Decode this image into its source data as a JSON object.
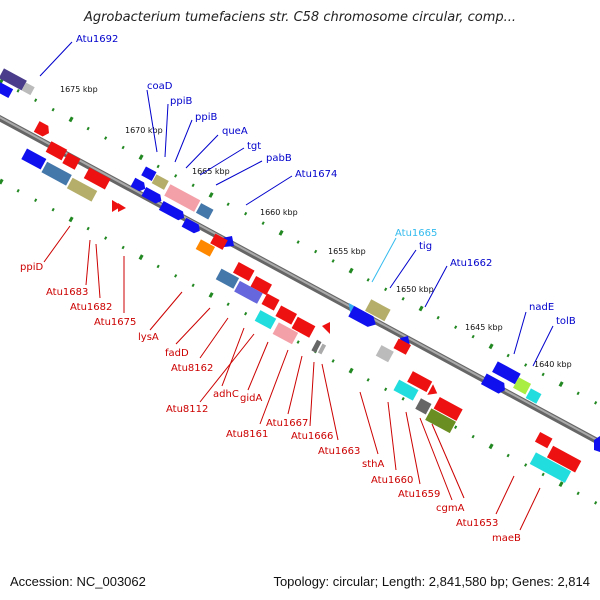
{
  "title": "Agrobacterium tumefaciens str. C58 chromosome circular, comp...",
  "footer": {
    "accession": "Accession: NC_003062",
    "info": "Topology: circular; Length: 2,841,580 bp; Genes: 2,814"
  },
  "colors": {
    "forward_label": "#0000cc",
    "reverse_label": "#cc0000",
    "highlight_label": "#33bbee",
    "backbone": "#888888",
    "tick": "#228822"
  },
  "scale_labels": [
    "1675 kbp",
    "1670 kbp",
    "1665 kbp",
    "1660 kbp",
    "1655 kbp",
    "1650 kbp",
    "1645 kbp",
    "1640 kbp"
  ],
  "forward_labels": [
    "Atu1692",
    "coaD",
    "ppiB",
    "ppiB",
    "queA",
    "tgt",
    "pabB",
    "Atu1674",
    "Atu1665",
    "tig",
    "Atu1662",
    "nadE",
    "tolB"
  ],
  "reverse_labels": [
    "ppiD",
    "Atu1683",
    "Atu1682",
    "Atu1675",
    "lysA",
    "fadD",
    "Atu8162",
    "adhC",
    "Atu8112",
    "gidA",
    "Atu8161",
    "Atu1667",
    "Atu1666",
    "Atu1663",
    "sthA",
    "Atu1660",
    "Atu1659",
    "cgmA",
    "Atu1653",
    "maeB"
  ]
}
